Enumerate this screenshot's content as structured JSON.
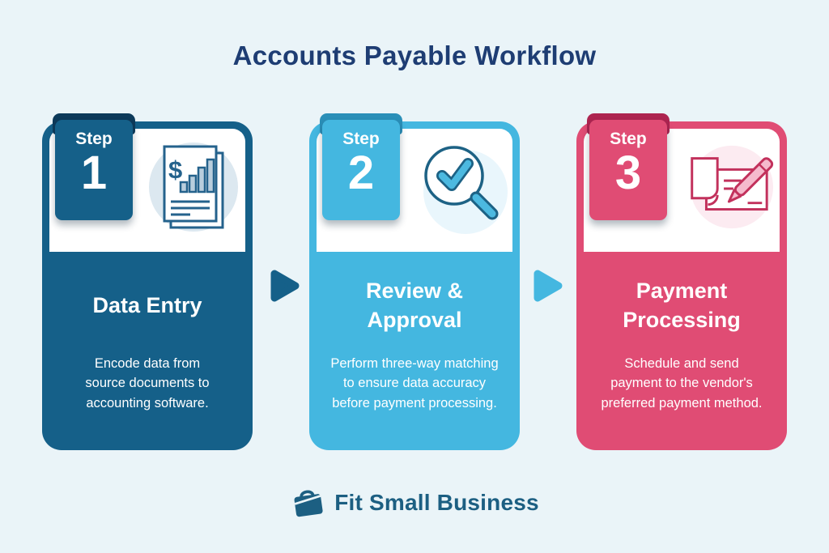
{
  "page": {
    "background_color": "#eaf4f8"
  },
  "title": {
    "text": "Accounts Payable Workflow",
    "color": "#1e3d73"
  },
  "steps": [
    {
      "tab_label": "Step",
      "number": "1",
      "title": "Data Entry",
      "title_lines": [
        "Data Entry"
      ],
      "description": "Encode data from source documents to accounting software.",
      "description_lines": [
        "Encode data from",
        "source documents to",
        "accounting software."
      ],
      "color": "#156089",
      "tab_fold_color": "#0d3a5a",
      "icon": "financial-report-icon",
      "icon_bg": "#dce8f0",
      "icon_line_color": "#24628c",
      "icon_fill_color": "#b9cedd"
    },
    {
      "tab_label": "Step",
      "number": "2",
      "title": "Review & Approval",
      "title_lines": [
        "Review &",
        "Approval"
      ],
      "description": "Perform three-way matching to ensure data accuracy before payment processing.",
      "description_lines": [
        "Perform three-way matching",
        "to ensure data accuracy",
        "before payment processing."
      ],
      "color": "#44b7e0",
      "tab_fold_color": "#2a8fb8",
      "icon": "magnifier-checkmark-icon",
      "icon_bg": "#e9f6fc",
      "icon_line_color": "#1d6285",
      "icon_fill_color": "#4cb9e0"
    },
    {
      "tab_label": "Step",
      "number": "3",
      "title": "Payment Processing",
      "title_lines": [
        "Payment",
        "Processing"
      ],
      "description": "Schedule and send payment to the vendor's preferred payment method.",
      "description_lines": [
        "Schedule and send",
        "payment to the vendor's",
        "preferred payment method."
      ],
      "color": "#e04c74",
      "tab_fold_color": "#ad2450",
      "icon": "check-and-pen-icon",
      "icon_bg": "#fcebf1",
      "icon_line_color": "#c2315c",
      "icon_fill_color": "#f5bacd"
    }
  ],
  "arrows": [
    {
      "color": "#156089"
    },
    {
      "color": "#44b7e0"
    }
  ],
  "footer": {
    "logo_icon": "briefcase-icon",
    "logo_text": "Fit Small Business",
    "logo_color": "#1c5f82"
  }
}
